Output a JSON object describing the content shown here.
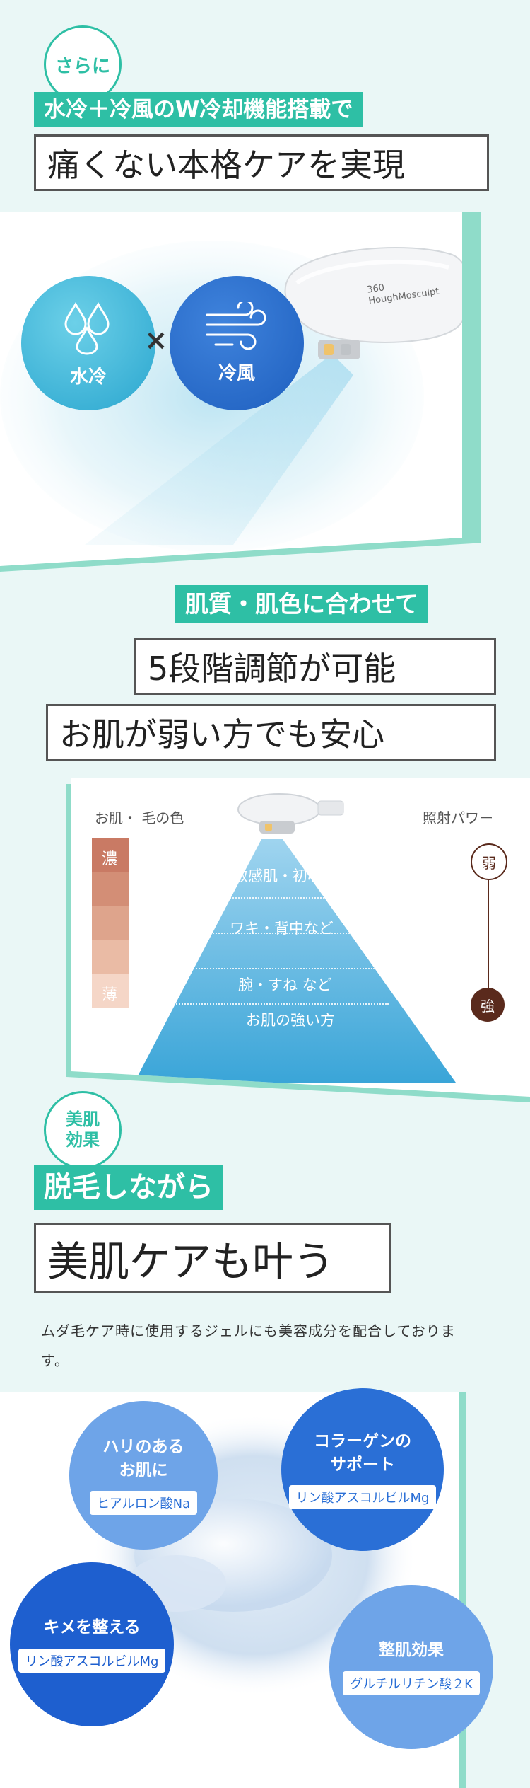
{
  "section1": {
    "tag": "さらに",
    "label": "水冷＋冷風のW冷却機能搭載で",
    "heading": "痛くない本格ケアを実現",
    "circle_water": {
      "label": "水冷",
      "icon": "water-drops-icon"
    },
    "times_symbol": "×",
    "circle_wind": {
      "label": "冷風",
      "icon": "wind-icon"
    },
    "device_brand": "360 HoughMosculpt"
  },
  "section2": {
    "label": "肌質・肌色に合わせて",
    "heading1": "5段階調節が可能",
    "heading2": "お肌が弱い方でも安心",
    "left_title": "お肌・ 毛の色",
    "right_title": "照射パワー",
    "dark_label": "濃",
    "light_label": "薄",
    "weak_label": "弱",
    "strong_label": "強",
    "beam_levels": [
      "敏感肌・初心者",
      "ワキ・背中など",
      "腕・すね など",
      "お肌の強い方"
    ]
  },
  "section3": {
    "tag": "美肌\n効果",
    "label": "脱毛しながら",
    "heading": "美肌ケアも叶う",
    "description": "ムダ毛ケア時に使用するジェルにも美容成分を配合しております。",
    "ingredients": [
      {
        "title": "ハリのある\nお肌に",
        "ingredient": "ヒアルロン酸Na"
      },
      {
        "title": "コラーゲンの\nサポート",
        "ingredient": "リン酸アスコルビルMg"
      },
      {
        "title": "キメを整える",
        "ingredient": "リン酸アスコルビルMg"
      },
      {
        "title": "整肌効果",
        "ingredient": "グルチルリチン酸２K"
      }
    ]
  },
  "colors": {
    "teal": "#2ebfa5",
    "background": "#eaf7f6",
    "beam": "#4fb3dc",
    "dark_brown": "#5a2a1c",
    "blue_light": "#6ea4e8",
    "blue_mid": "#2a6fd6",
    "blue_dark": "#1e5fcf"
  }
}
